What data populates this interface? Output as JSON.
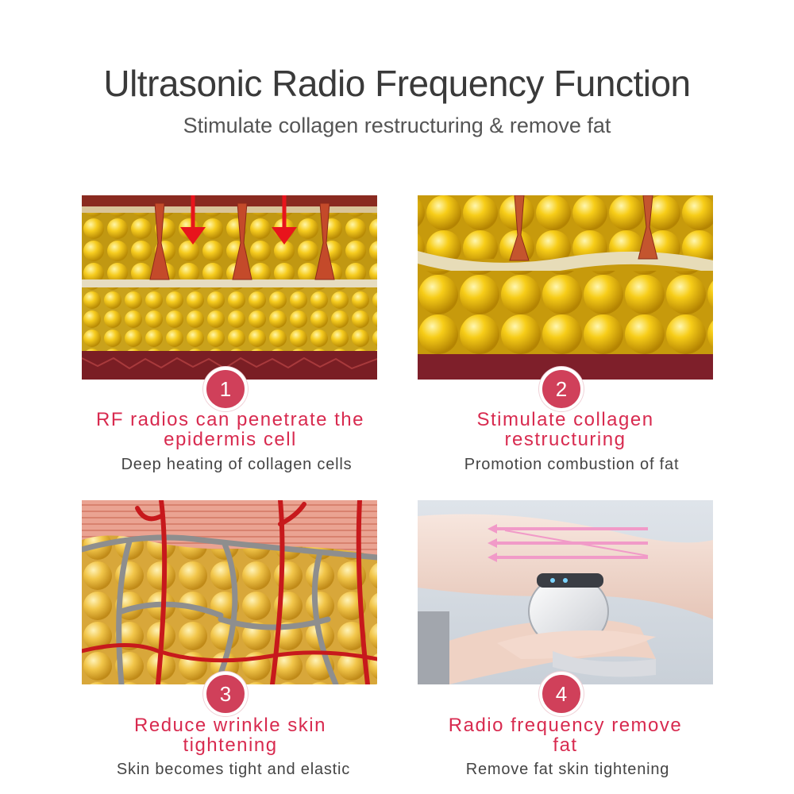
{
  "header": {
    "title": "Ultrasonic Radio Frequency Function",
    "subtitle": "Stimulate collagen restructuring & remove fat"
  },
  "panels": [
    {
      "number": "1",
      "caption_line1": "RF radios can penetrate the",
      "caption_line2": "epidermis cell",
      "description": "Deep heating of collagen cells"
    },
    {
      "number": "2",
      "caption_line1": "Stimulate collagen",
      "caption_line2": "restructuring",
      "description": "Promotion combustion of fat"
    },
    {
      "number": "3",
      "caption_line1": "Reduce wrinkle skin",
      "caption_line2": "tightening",
      "description": "Skin becomes tight and elastic"
    },
    {
      "number": "4",
      "caption_line1": "Radio frequency remove",
      "caption_line2": "fat",
      "description": "Remove fat skin tightening"
    }
  ],
  "colors": {
    "accent": "#d82a4f",
    "badge": "#d0405a",
    "fat": "#f2c31a",
    "collagen": "#b5322a"
  }
}
